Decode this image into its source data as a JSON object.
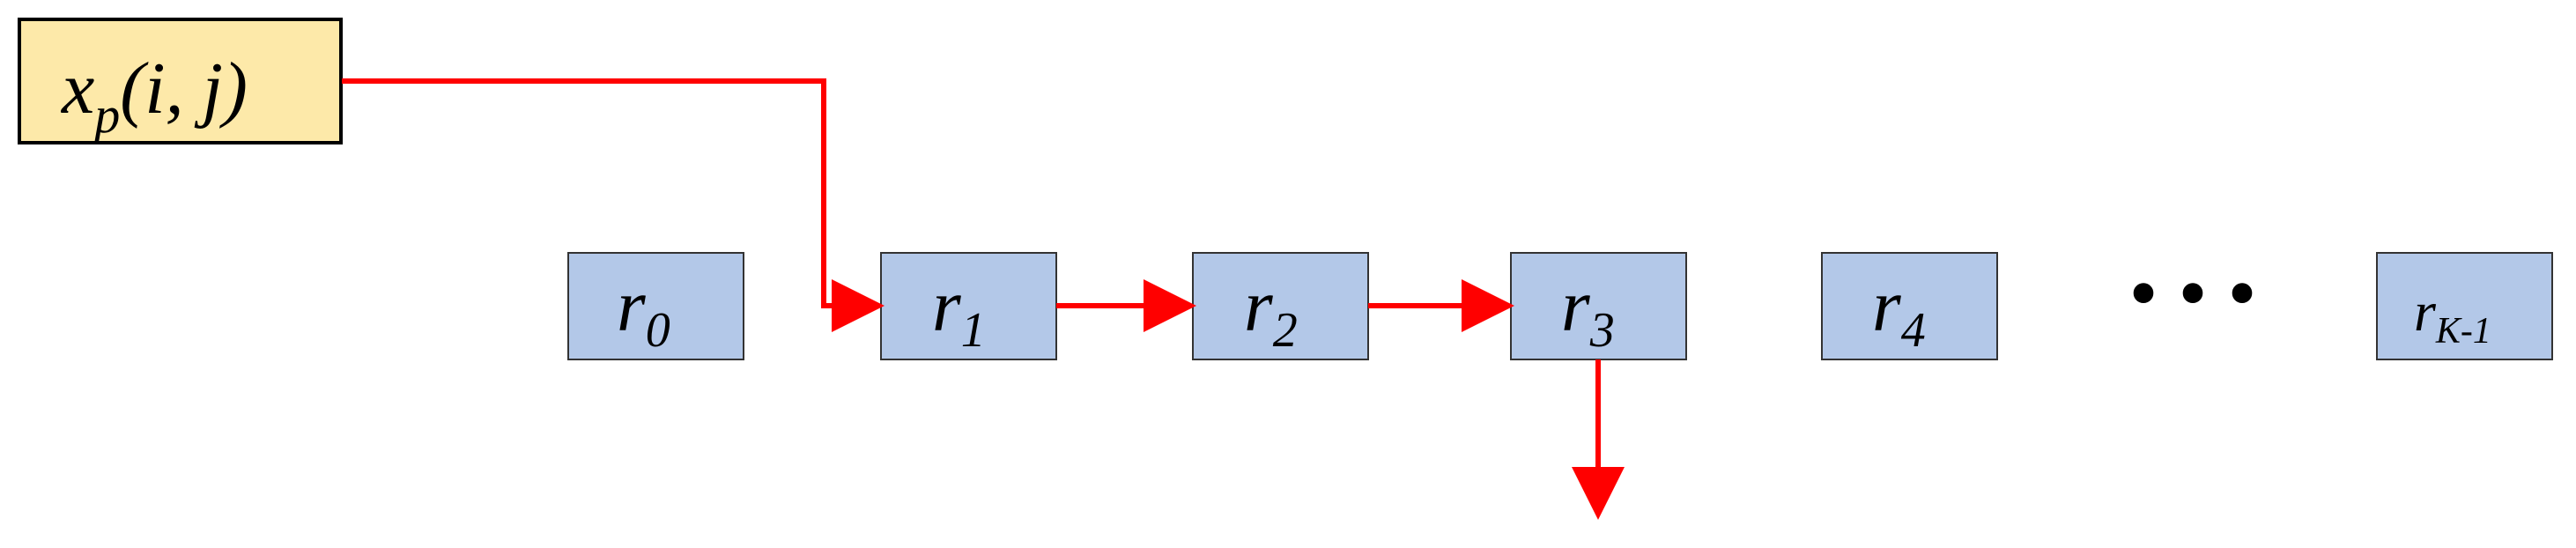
{
  "input_node": {
    "base": "x",
    "subscript": "p",
    "args": "(i, j)",
    "fill": "#fde9a9",
    "stroke": "#000000"
  },
  "register_nodes": [
    {
      "base": "r",
      "subscript": "0"
    },
    {
      "base": "r",
      "subscript": "1"
    },
    {
      "base": "r",
      "subscript": "2"
    },
    {
      "base": "r",
      "subscript": "3"
    },
    {
      "base": "r",
      "subscript": "4"
    },
    {
      "base": "r",
      "subscript": "K-1"
    }
  ],
  "ellipsis": "•••",
  "colors": {
    "register_fill": "#b3c8e8",
    "register_stroke": "#333333",
    "arrow": "#ff0000"
  }
}
